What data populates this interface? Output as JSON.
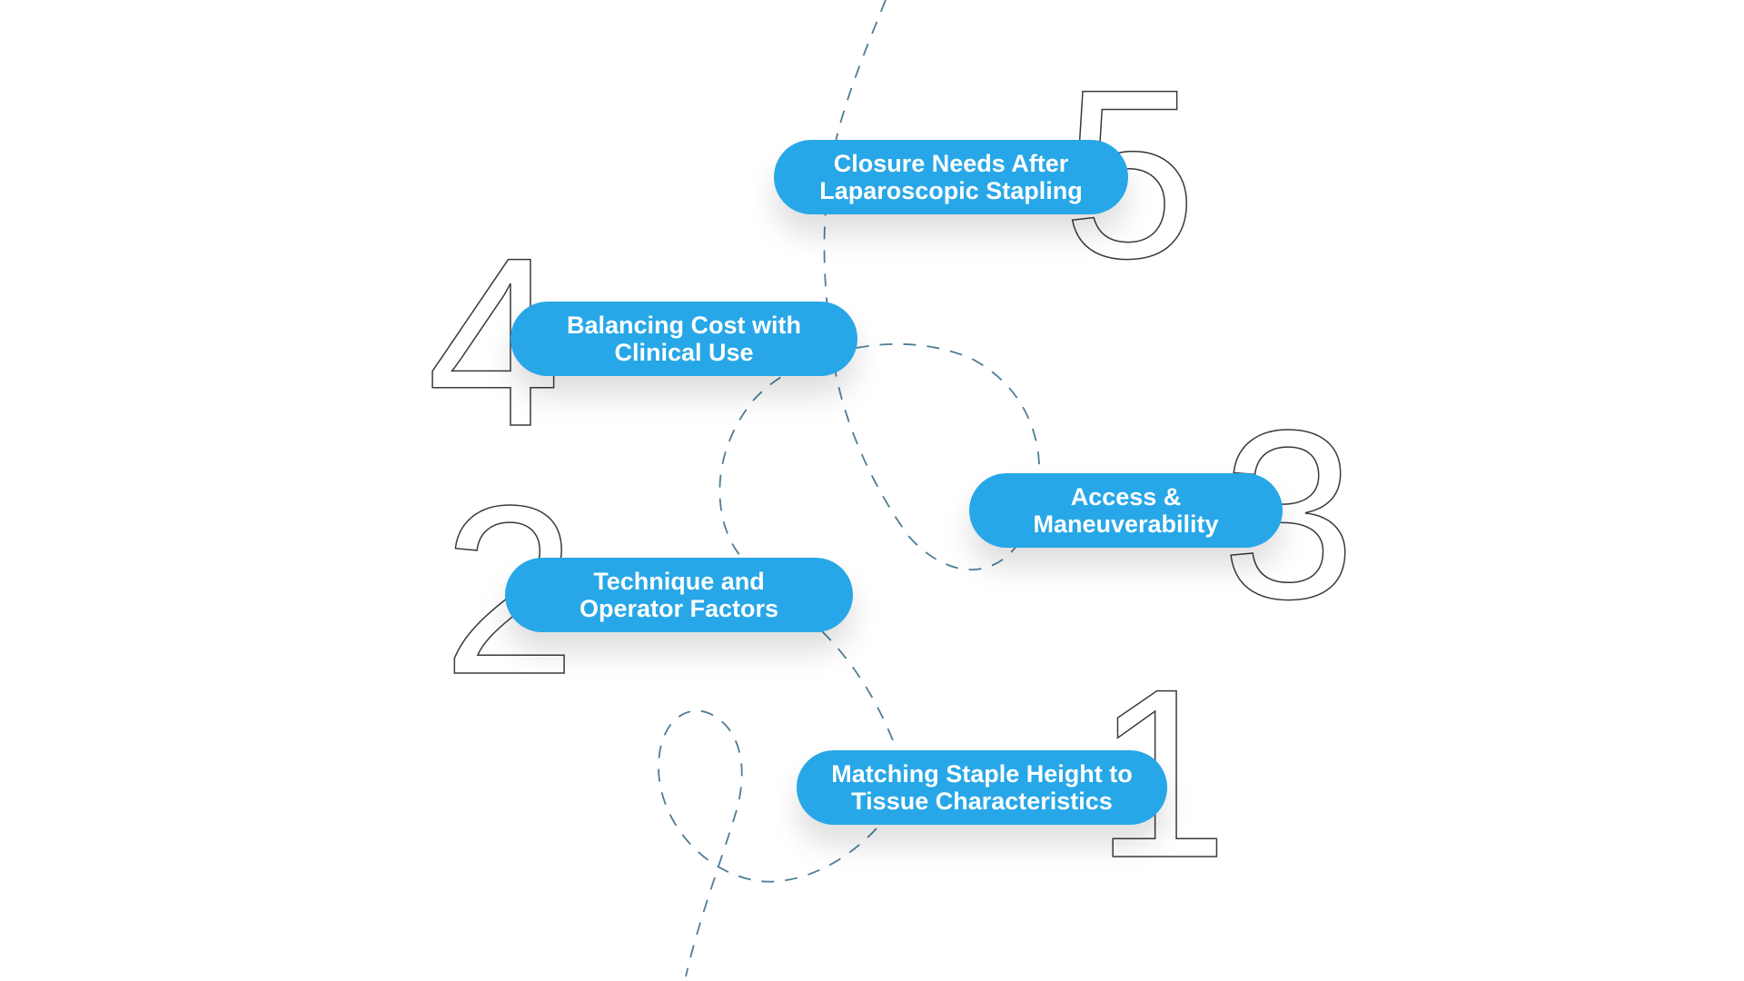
{
  "colors": {
    "pill_background": "#27a7e7",
    "pill_text": "#ffffff",
    "path_stroke": "#4e7d97",
    "numeral_outline": "#3a3a3a",
    "background": "#ffffff"
  },
  "steps": [
    {
      "number": "1",
      "line1": "Matching Staple Height to",
      "line2": "Tissue Characteristics"
    },
    {
      "number": "2",
      "line1": "Technique and",
      "line2": "Operator Factors"
    },
    {
      "number": "3",
      "line1": "Access &",
      "line2": "Maneuverability"
    },
    {
      "number": "4",
      "line1": "Balancing Cost with",
      "line2": "Clinical Use"
    },
    {
      "number": "5",
      "line1": "Closure Needs After",
      "line2": "Laparoscopic Stapling"
    }
  ]
}
